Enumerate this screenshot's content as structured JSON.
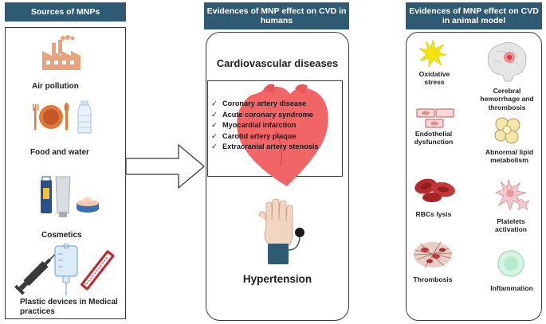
{
  "sources": {
    "title": "Sources of MNPs",
    "items": [
      {
        "label": "Air pollution",
        "icon": "factory-icon"
      },
      {
        "label": "Food and water",
        "icon": "plate-bottle-icon"
      },
      {
        "label": "Cosmetics",
        "icon": "cosmetics-icon"
      },
      {
        "label": "Plastic devices in Medical practices",
        "icon": "medical-devices-icon"
      }
    ]
  },
  "humans": {
    "title": "Evidences  of MNP effect on CVD in humans",
    "cvd_title": "Cardiovascular diseases",
    "diseases": [
      "Coronary artery disease",
      "Acute coronary syndrome",
      "Myocardial infarction",
      "Carotid artery plaque",
      "Extracranial artery stenosis"
    ],
    "check_mark": "✓",
    "hypertension": "Hypertension"
  },
  "animal": {
    "title": "Evidences of MNP effect on CVD in animal model",
    "effects": [
      {
        "label": "Oxidative stress"
      },
      {
        "label": "Cerebral hemorrhage and thrombosis"
      },
      {
        "label": "Endothelial dysfunction"
      },
      {
        "label": "Abnormal lipid metabolism"
      },
      {
        "label": "RBCs lysis"
      },
      {
        "label": "Platelets activation"
      },
      {
        "label": "Thrombosis"
      },
      {
        "label": "Inflammation"
      }
    ]
  },
  "colors": {
    "header_bg": "#2f5a74",
    "header_text": "#ffffff",
    "heart": "#f26567",
    "icon_orange": "#e9a27a",
    "icon_blue": "#9fc3e6"
  }
}
